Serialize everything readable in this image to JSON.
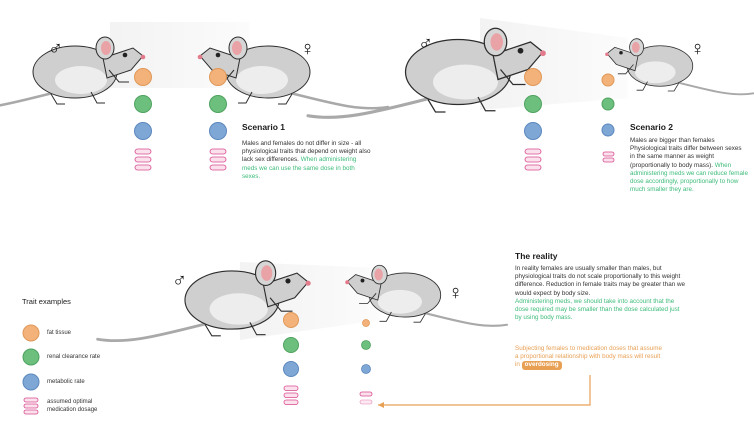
{
  "scenario1": {
    "title": "Scenario 1",
    "text": "Males and females do not differ in size - all physiological traits that depend on weight also lack sex differences.",
    "highlight": "When administering meds we can use the same dose in both sexes."
  },
  "scenario2": {
    "title": "Scenario 2",
    "text": "Males are bigger than females Physiological traits differ between sexes in the same manner as weight (proportionally to body mass).",
    "highlight": "When administering meds we can reduce female dose accordingly, proportionally to how much smaller they are."
  },
  "reality": {
    "title": "The reality",
    "text": "In reality females are usually smaller than males, but physiological traits do not scale proportionally to this weight difference. Reduction in female traits may be greater than we would expect by body size.",
    "highlight": "Administering meds, we should take into account that the dose  required may be smaller than the dose calculated just by using body mass.",
    "warning": "Subjecting females to medication doses that assume a proportional relationship with body mass will result in",
    "warning_badge": "overdosing"
  },
  "legend": {
    "title": "Trait examples",
    "items": [
      {
        "label": "fat tissue"
      },
      {
        "label": "renal clearance rate"
      },
      {
        "label": "metabolic rate"
      },
      {
        "label": "assumed optimal medication dosage"
      }
    ]
  },
  "colors": {
    "fat": "#f2b27a",
    "renal": "#6dbf7d",
    "metabolic": "#7fa7d6",
    "dose": "#d84a8e",
    "accent_green": "#3dbb7a",
    "accent_orange": "#e8a055"
  },
  "symbols": {
    "male": "♂",
    "female": "♀"
  }
}
